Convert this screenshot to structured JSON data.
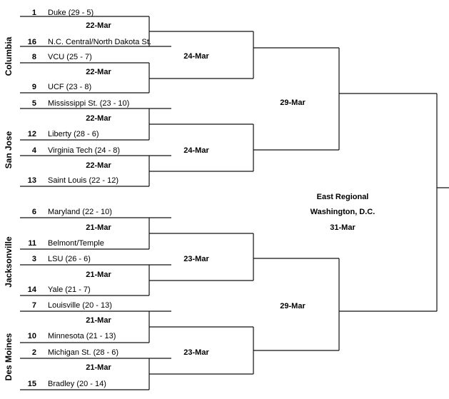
{
  "regions": [
    "Columbia",
    "San Jose",
    "Jacksonville",
    "Des Moines"
  ],
  "teams": [
    {
      "seed": "1",
      "name": "Duke (29 - 5)"
    },
    {
      "seed": "16",
      "name": "N.C. Central/North Dakota St."
    },
    {
      "seed": "8",
      "name": "VCU (25 - 7)"
    },
    {
      "seed": "9",
      "name": "UCF (23 - 8)"
    },
    {
      "seed": "5",
      "name": "Mississippi St. (23 - 10)"
    },
    {
      "seed": "12",
      "name": "Liberty (28 - 6)"
    },
    {
      "seed": "4",
      "name": "Virginia Tech (24 - 8)"
    },
    {
      "seed": "13",
      "name": "Saint Louis (22 - 12)"
    },
    {
      "seed": "6",
      "name": "Maryland (22 - 10)"
    },
    {
      "seed": "11",
      "name": "Belmont/Temple"
    },
    {
      "seed": "3",
      "name": "LSU (26 - 6)"
    },
    {
      "seed": "14",
      "name": "Yale (21 - 7)"
    },
    {
      "seed": "7",
      "name": "Louisville (20 - 13)"
    },
    {
      "seed": "10",
      "name": "Minnesota (21 - 13)"
    },
    {
      "seed": "2",
      "name": "Michigan St. (28 - 6)"
    },
    {
      "seed": "15",
      "name": "Bradley (20 - 14)"
    }
  ],
  "round1_dates": [
    "22-Mar",
    "22-Mar",
    "22-Mar",
    "22-Mar",
    "21-Mar",
    "21-Mar",
    "21-Mar",
    "21-Mar"
  ],
  "round2_dates": [
    "24-Mar",
    "24-Mar",
    "23-Mar",
    "23-Mar"
  ],
  "round3_dates": [
    "29-Mar",
    "29-Mar"
  ],
  "regional": {
    "name": "East Regional",
    "location": "Washington, D.C.",
    "date": "31-Mar"
  }
}
